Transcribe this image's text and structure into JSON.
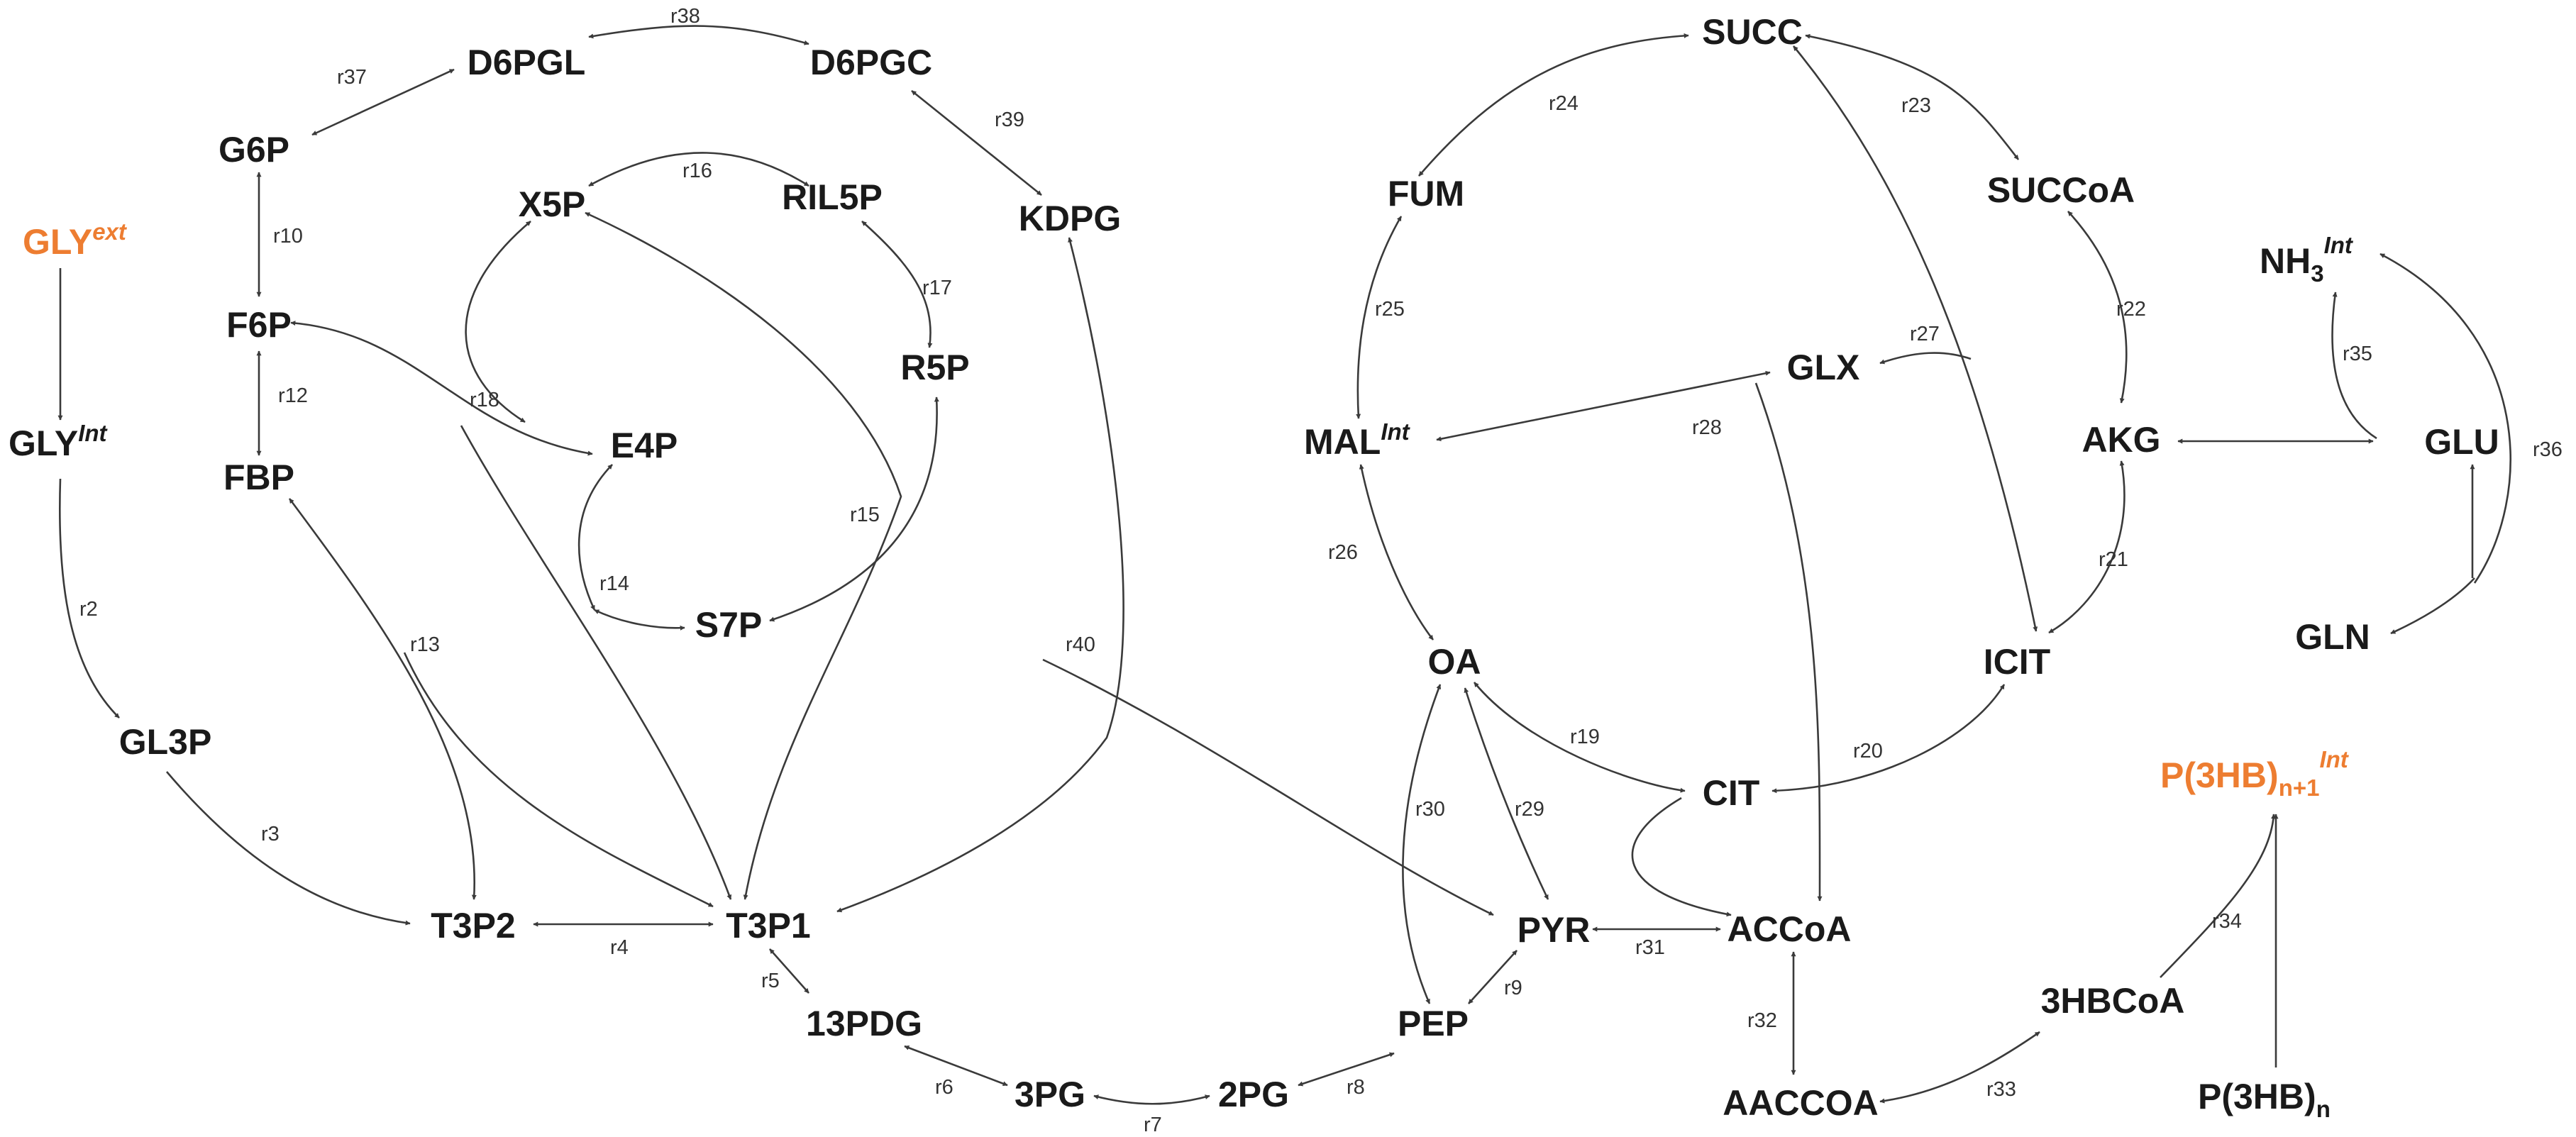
{
  "colors": {
    "node": "#1a1a1a",
    "highlight": "#ED7D31",
    "edge": "#3a3a3a"
  },
  "nodes": {
    "GLYext": {
      "base": "GLY",
      "sup": "ext"
    },
    "GLYint": {
      "base": "GLY",
      "sup": "Int"
    },
    "GL3P": "GL3P",
    "G6P": "G6P",
    "F6P": "F6P",
    "FBP": "FBP",
    "D6PGL": "D6PGL",
    "D6PGC": "D6PGC",
    "X5P": "X5P",
    "RIL5P": "RIL5P",
    "R5P": "R5P",
    "E4P": "E4P",
    "S7P": "S7P",
    "KDPG": "KDPG",
    "T3P2": "T3P2",
    "T3P1": "T3P1",
    "PDG13": "13PDG",
    "PG3": "3PG",
    "PG2": "2PG",
    "PEP": "PEP",
    "PYR": "PYR",
    "OA": "OA",
    "CIT": "CIT",
    "ACCoA": "ACCoA",
    "AACCOA": "AACCOA",
    "MALint": {
      "base": "MAL",
      "sup": "Int"
    },
    "FUM": "FUM",
    "SUCC": "SUCC",
    "SUCCoA": "SUCCoA",
    "GLX": "GLX",
    "AKG": "AKG",
    "ICIT": "ICIT",
    "NH3int": {
      "base": "NH",
      "sub": "3",
      "sup": "Int"
    },
    "GLU": "GLU",
    "GLN": "GLN",
    "P3HBn1": {
      "base": "P(3HB)",
      "sub": "n+1",
      "sup": "Int"
    },
    "HBCoA3": "3HBCoA",
    "P3HBn": {
      "base": "P(3HB)",
      "sub": "n"
    }
  },
  "reactions": {
    "r2": "r2",
    "r3": "r3",
    "r4": "r4",
    "r5": "r5",
    "r6": "r6",
    "r7": "r7",
    "r8": "r8",
    "r9": "r9",
    "r10": "r10",
    "r12": "r12",
    "r13": "r13",
    "r14": "r14",
    "r15": "r15",
    "r16": "r16",
    "r17": "r17",
    "r18": "r18",
    "r19": "r19",
    "r20": "r20",
    "r21": "r21",
    "r22": "r22",
    "r23": "r23",
    "r24": "r24",
    "r25": "r25",
    "r26": "r26",
    "r27": "r27",
    "r28": "r28",
    "r29": "r29",
    "r30": "r30",
    "r31": "r31",
    "r32": "r32",
    "r33": "r33",
    "r34": "r34",
    "r35": "r35",
    "r36": "r36",
    "r37": "r37",
    "r38": "r38",
    "r39": "r39",
    "r40": "r40"
  }
}
